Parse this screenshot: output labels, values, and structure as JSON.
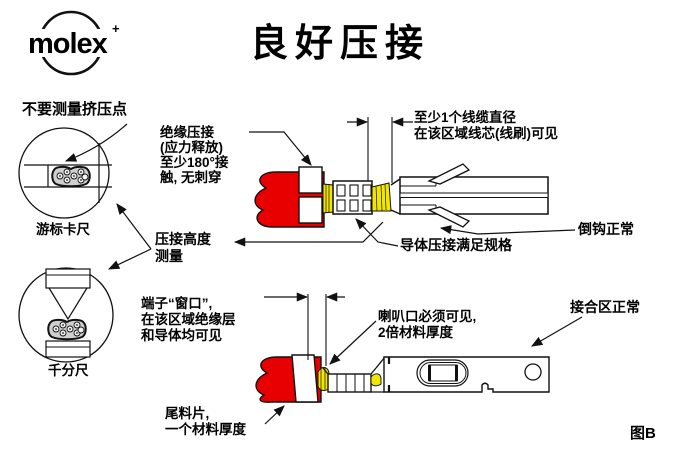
{
  "header": {
    "logo_text": "molex",
    "logo_mark": "+",
    "title": "良好压接"
  },
  "figure_label": "图B",
  "colors": {
    "insulation_red": "#e80000",
    "strand_yellow": "#f2e500",
    "line_black": "#111111",
    "background": "#ffffff"
  },
  "annotations": {
    "no_measure_point": "不要测量挤压点",
    "vernier_caliper": "游标卡尺",
    "micrometer": "千分尺",
    "insulation_crimp": {
      "lines": [
        "绝缘压接",
        "(应力释放)",
        "至少180°接",
        "触, 无刺穿"
      ]
    },
    "wire_brush": {
      "lines": [
        "至少1个线缆直径",
        "在该区域线芯(线刷)可见"
      ]
    },
    "barb_ok": "倒钩正常",
    "crimp_height": {
      "lines": [
        "压接高度",
        "测量"
      ]
    },
    "conductor_crimp_spec": "导体压接满足规格",
    "terminal_window": {
      "lines": [
        "端子“窗口”,",
        "在该区域绝缘层",
        "和导体均可见"
      ]
    },
    "bellmouth": {
      "lines": [
        "喇叭口必须可见,",
        "2倍材料厚度"
      ]
    },
    "mating_zone_ok": "接合区正常",
    "cutoff_tab": {
      "lines": [
        "尾料片,",
        "一个材料厚度"
      ]
    }
  }
}
